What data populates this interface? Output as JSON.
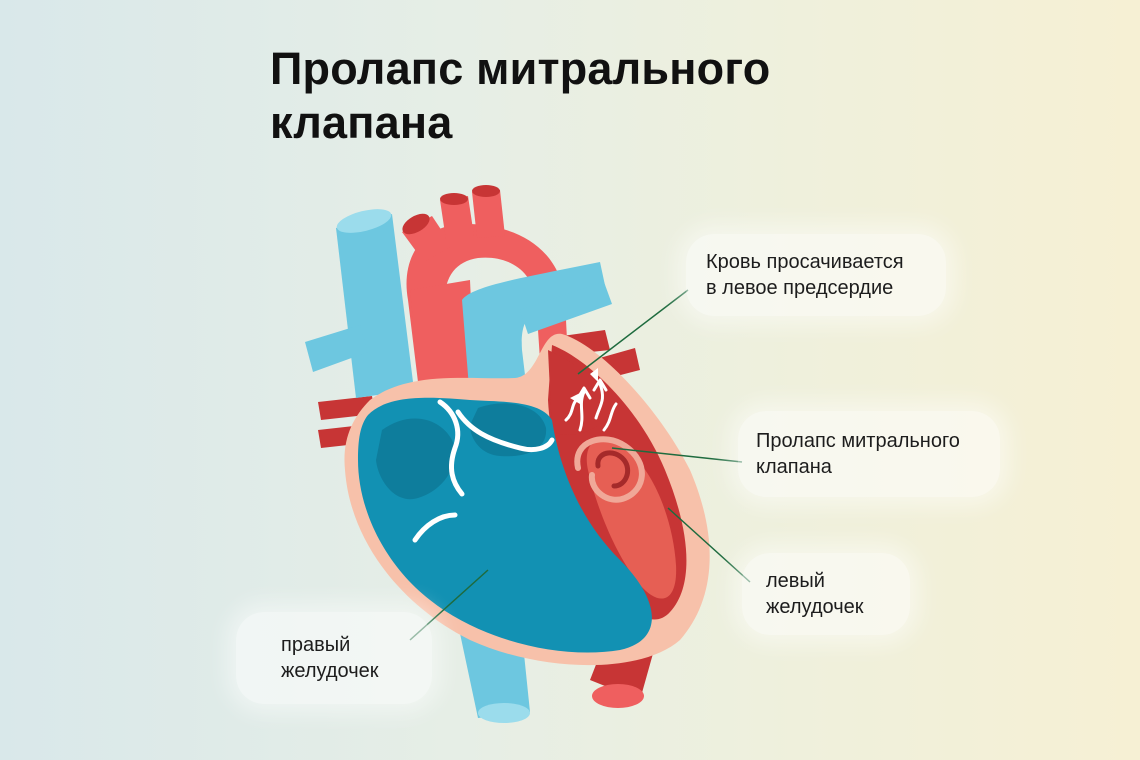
{
  "title": {
    "line1": "Пролапс митрального",
    "line2": "клапана"
  },
  "labels": {
    "blood_leak": {
      "line1": "Кровь просачивается",
      "line2": "в левое предсердие"
    },
    "prolapse": {
      "line1": "Пролапс митрального",
      "line2": "клапана"
    },
    "left_ventricle": {
      "line1": "левый",
      "line2": "желудочек"
    },
    "right_ventricle": {
      "line1": "правый",
      "line2": "желудочек"
    }
  },
  "colors": {
    "vein_blue": "#6dc7e0",
    "ventricle_blue": "#1291b3",
    "artery_red": "#ef5f5f",
    "dark_red": "#c73535",
    "heart_wall": "#f7c1aa",
    "leader_line": "#1e6b3e"
  }
}
